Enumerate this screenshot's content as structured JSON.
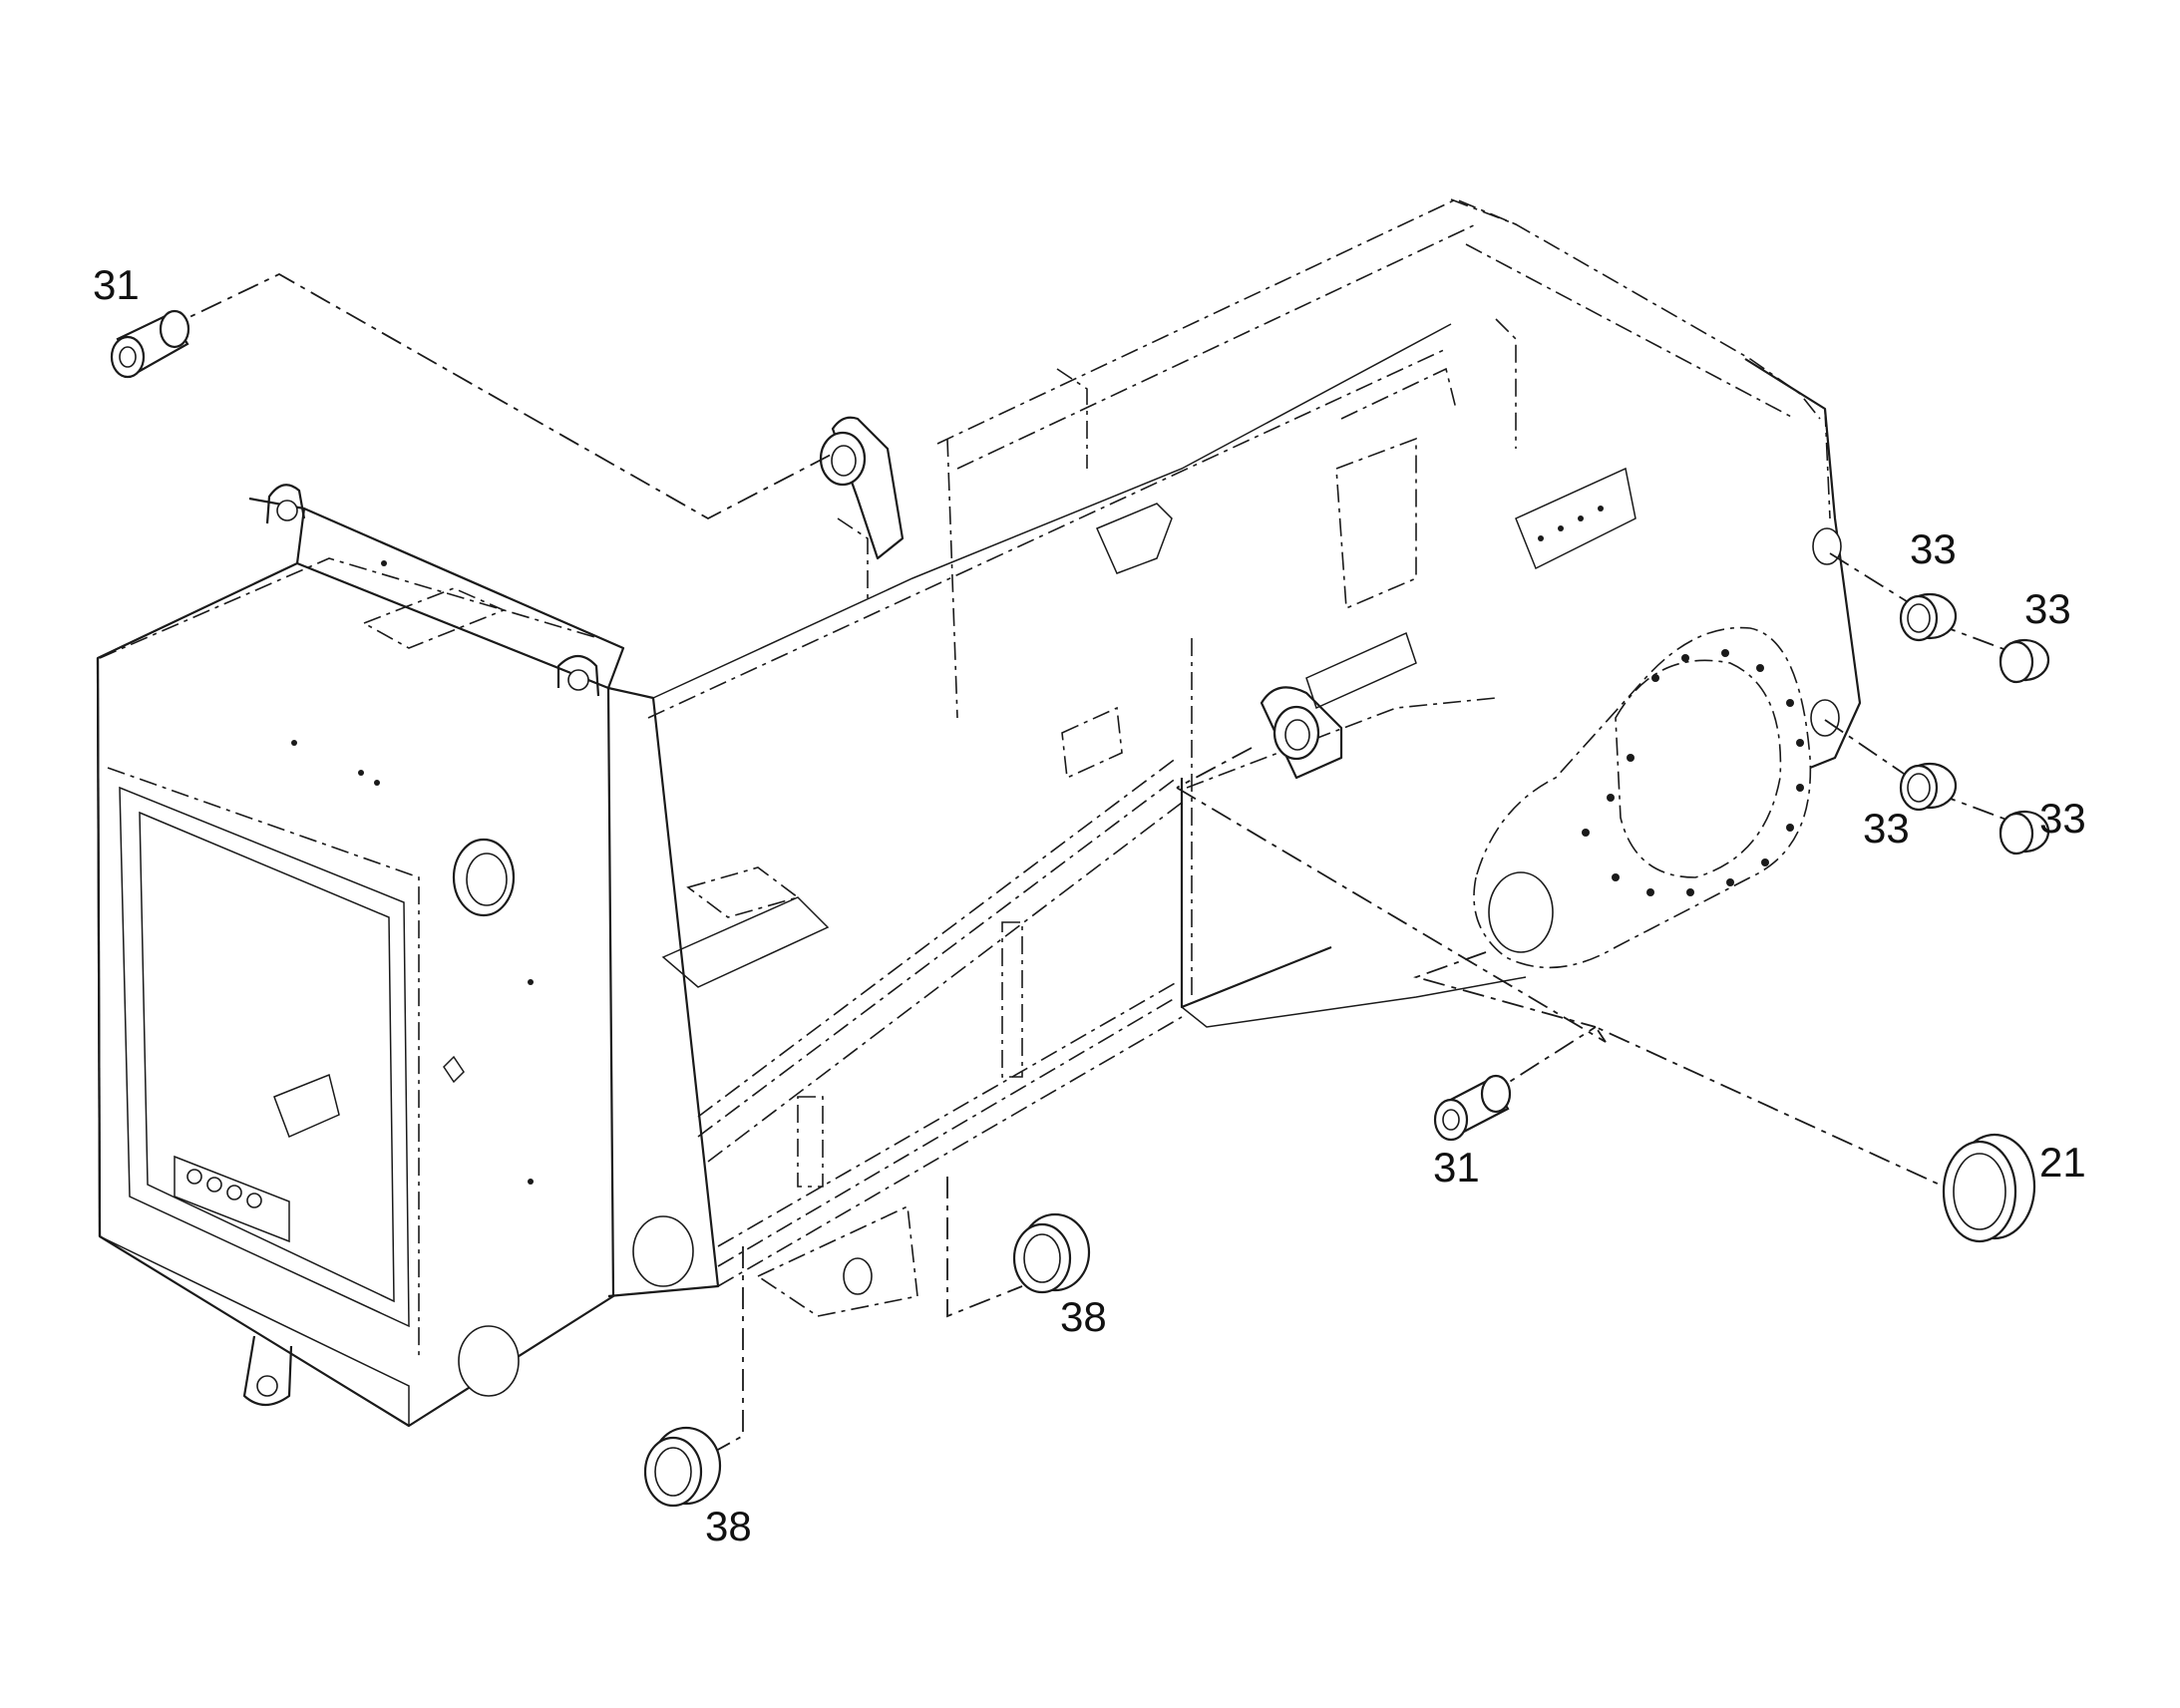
{
  "callouts": {
    "c31_top": "31",
    "c31_mid": "31",
    "c33_a": "33",
    "c33_b": "33",
    "c33_c": "33",
    "c33_d": "33",
    "c21": "21",
    "c38_mid": "38",
    "c38_bottom": "38"
  }
}
